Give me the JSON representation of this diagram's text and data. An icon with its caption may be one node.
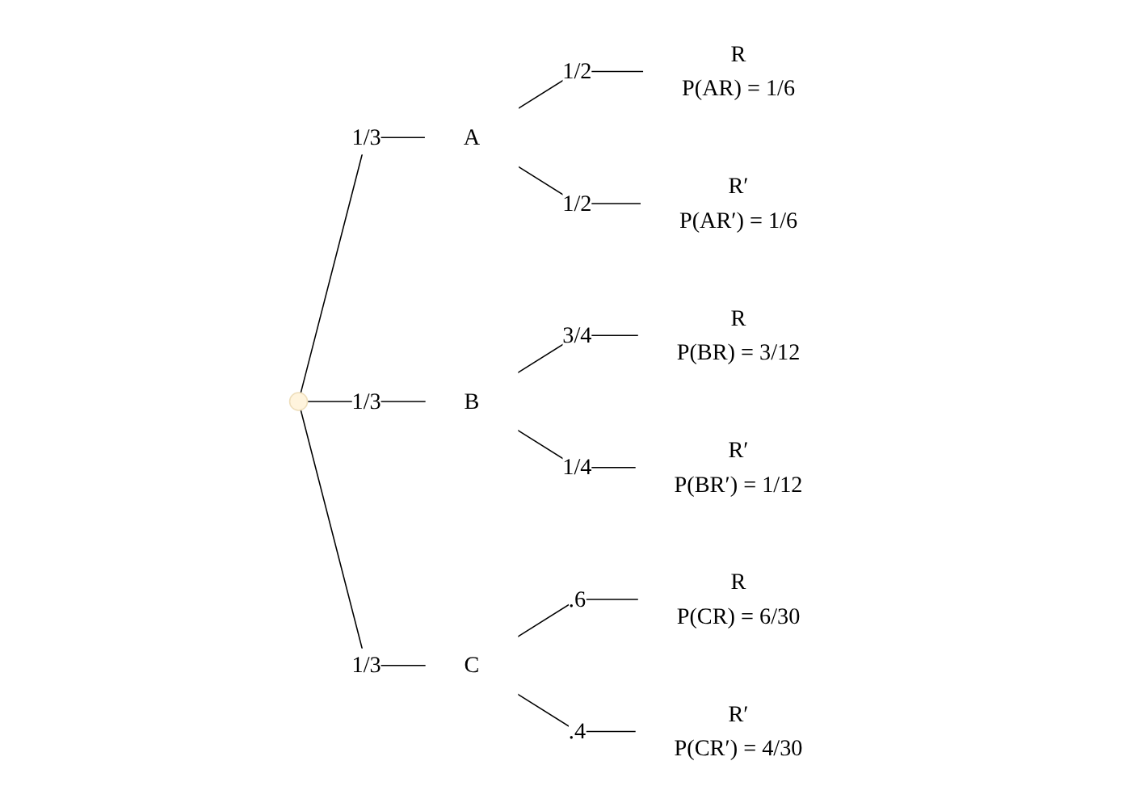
{
  "diagram": {
    "nodes": [
      {
        "text": [],
        "shape": "point"
      },
      {
        "text": [
          "A"
        ]
      },
      {
        "text": [
          "R",
          "P(AR) = 1/6"
        ]
      },
      {
        "text": [
          "R′",
          "P(AR′) = 1/6"
        ]
      },
      {
        "text": [
          "B"
        ]
      },
      {
        "text": [
          "R",
          "P(BR) = 3/12"
        ]
      },
      {
        "text": [
          "R′",
          "P(BR′) = 1/12"
        ]
      },
      {
        "text": [
          "C"
        ]
      },
      {
        "text": [
          "R",
          "P(CR) = 6/30"
        ]
      },
      {
        "text": [
          "R′",
          "P(CR′) = 4/30"
        ]
      }
    ],
    "edges": [
      {
        "from": 0,
        "to": 1,
        "arrow": "none",
        "label": "1/3"
      },
      {
        "from": 0,
        "to": 4,
        "arrow": "none",
        "label": "1/3"
      },
      {
        "from": 0,
        "to": 7,
        "arrow": "none",
        "label": "1/3"
      },
      {
        "from": 1,
        "to": 2,
        "arrow": "none",
        "label": "1/2"
      },
      {
        "from": 1,
        "to": 3,
        "arrow": "none",
        "label": "1/2"
      },
      {
        "from": 4,
        "to": 5,
        "arrow": "none",
        "label": "3/4"
      },
      {
        "from": 4,
        "to": 6,
        "arrow": "none",
        "label": "1/4"
      },
      {
        "from": 7,
        "to": 8,
        "arrow": "none",
        "label": ".6"
      },
      {
        "from": 7,
        "to": 9,
        "arrow": "none",
        "label": ".4"
      }
    ]
  }
}
